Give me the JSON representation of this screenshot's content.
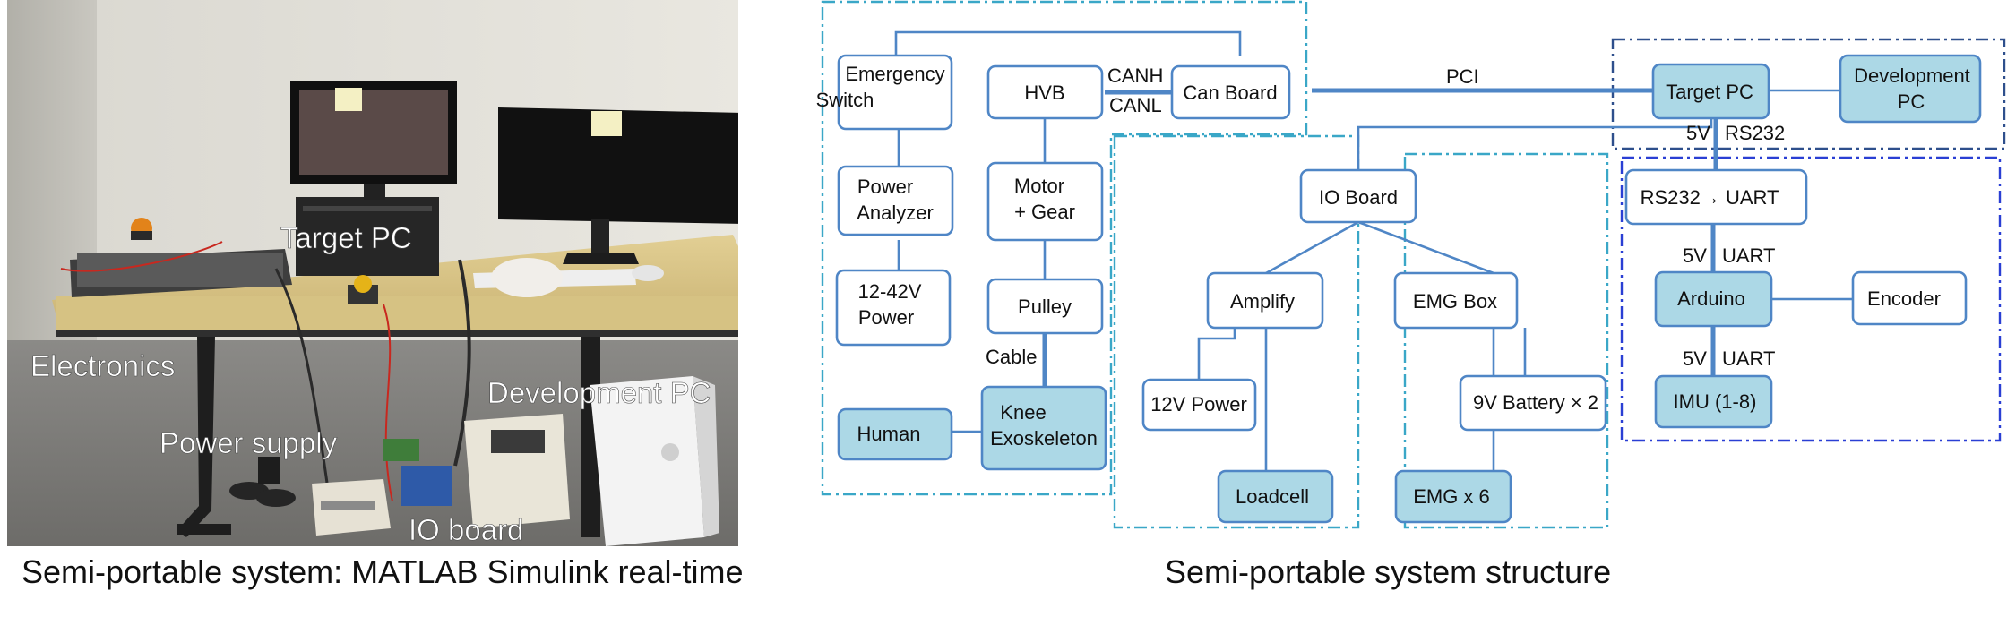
{
  "photo": {
    "labels": {
      "target_pc": "Target PC",
      "electronics": "Electronics",
      "development_pc": "Development PC",
      "power_supply": "Power supply",
      "io_board": "IO board"
    },
    "caption": "Semi-portable system: MATLAB Simulink real-time"
  },
  "diagram": {
    "caption": "Semi-portable system structure",
    "nodes": {
      "emergency_switch": [
        "Emergency",
        "Switch"
      ],
      "hvb": [
        "HVB"
      ],
      "can_board": [
        "Can Board"
      ],
      "power_analyzer": [
        "Power",
        "Analyzer"
      ],
      "motor_gear": [
        "Motor",
        "+ Gear"
      ],
      "power_12_42": [
        "12-42V",
        "Power"
      ],
      "pulley": [
        "Pulley"
      ],
      "human": [
        "Human"
      ],
      "knee_exo": [
        "Knee",
        "Exoskeleton"
      ],
      "io_board": [
        "IO Board"
      ],
      "amplify": [
        "Amplify"
      ],
      "emg_box": [
        "EMG Box"
      ],
      "power_12v": [
        "12V Power"
      ],
      "battery_9v": [
        "9V Battery × 2"
      ],
      "loadcell": [
        "Loadcell"
      ],
      "emg_x6": [
        "EMG x 6"
      ],
      "target_pc": [
        "Target PC"
      ],
      "dev_pc": [
        "Development",
        "PC"
      ],
      "rs232_uart": [
        "RS232→ UART"
      ],
      "arduino": [
        "Arduino"
      ],
      "encoder": [
        "Encoder"
      ],
      "imu": [
        "IMU (1-8)"
      ]
    },
    "edge_labels": {
      "canh": "CANH",
      "canl": "CANL",
      "cable": "Cable",
      "pci": "PCI",
      "v5_a": "5V",
      "rs232": "RS232",
      "v5_b": "5V",
      "uart_b": "UART",
      "v5_c": "5V",
      "uart_c": "UART"
    }
  }
}
